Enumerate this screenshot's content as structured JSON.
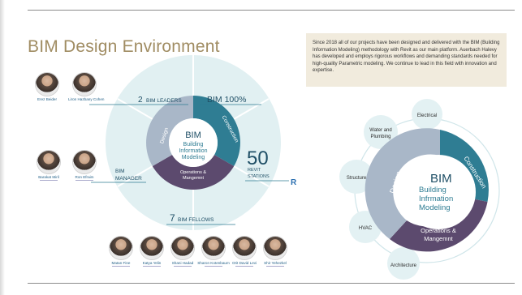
{
  "page": {
    "title": "BIM Design Environment",
    "intro_text": "Since 2018 all of our projects have been designed and delivered with the BIM (Building Information Modeling) methodology with Revit as our main platform. Auerbach Halevy has developed and employs rigorous workflows and demanding standards needed for high-quality Parametric modeling. We continue to lead in this field with innovation and expertise."
  },
  "left_wheel": {
    "center_bim": "BIM",
    "center_line1": "Building",
    "center_line2": "Information",
    "center_line3": "Modeling",
    "seg_design": "Design",
    "seg_construction": "Construction",
    "seg_operations_1": "Operations &",
    "seg_operations_2": "Mangemnt",
    "leaders_count": "2",
    "leaders_label": "BIM LEADERS",
    "bim_percent": "BIM 100%",
    "stations_count": "50",
    "stations_label_1": "REVIT",
    "stations_label_2": "STATIONS",
    "revit_logo": "R",
    "manager_label_1": "BIM",
    "manager_label_2": "MANAGER",
    "fellows_count": "7",
    "fellows_label": "BIM FELLOWS"
  },
  "people": {
    "leaders": [
      "Erez Beider",
      "Liron Hazbany Cohen"
    ],
    "managers": [
      "Barakat Miril",
      "Ron Efraim"
    ],
    "fellows": [
      "Matan Fine",
      "Katya Yelin",
      "Shani Hadad",
      "Sharon Kotenbaum",
      "Orit David Levi",
      "Shir Yehezkel"
    ]
  },
  "right_wheel": {
    "center_bim": "BIM",
    "center_line1": "Building",
    "center_line2": "Infrmation",
    "center_line3": "Modeling",
    "seg_design": "Design",
    "seg_construction": "Construction",
    "seg_operations_1": "Operations &",
    "seg_operations_2": "Mangemnt",
    "satellites": {
      "electrical": "Electrical",
      "water_1": "Water and",
      "water_2": "Plumbing",
      "structure": "Structure",
      "hvac": "HVAC",
      "architecture": "Architecture"
    }
  },
  "colors": {
    "title": "#a08c62",
    "intro_bg": "#f1ebdd",
    "teal": "#2f7d93",
    "purple": "#5c4a6e",
    "gray_blue": "#a9b7c8",
    "pale": "#e1f0f2",
    "satellite": "#e3f1f3",
    "dark_text": "#1f4f66",
    "revit_blue": "#2a6fb0"
  }
}
